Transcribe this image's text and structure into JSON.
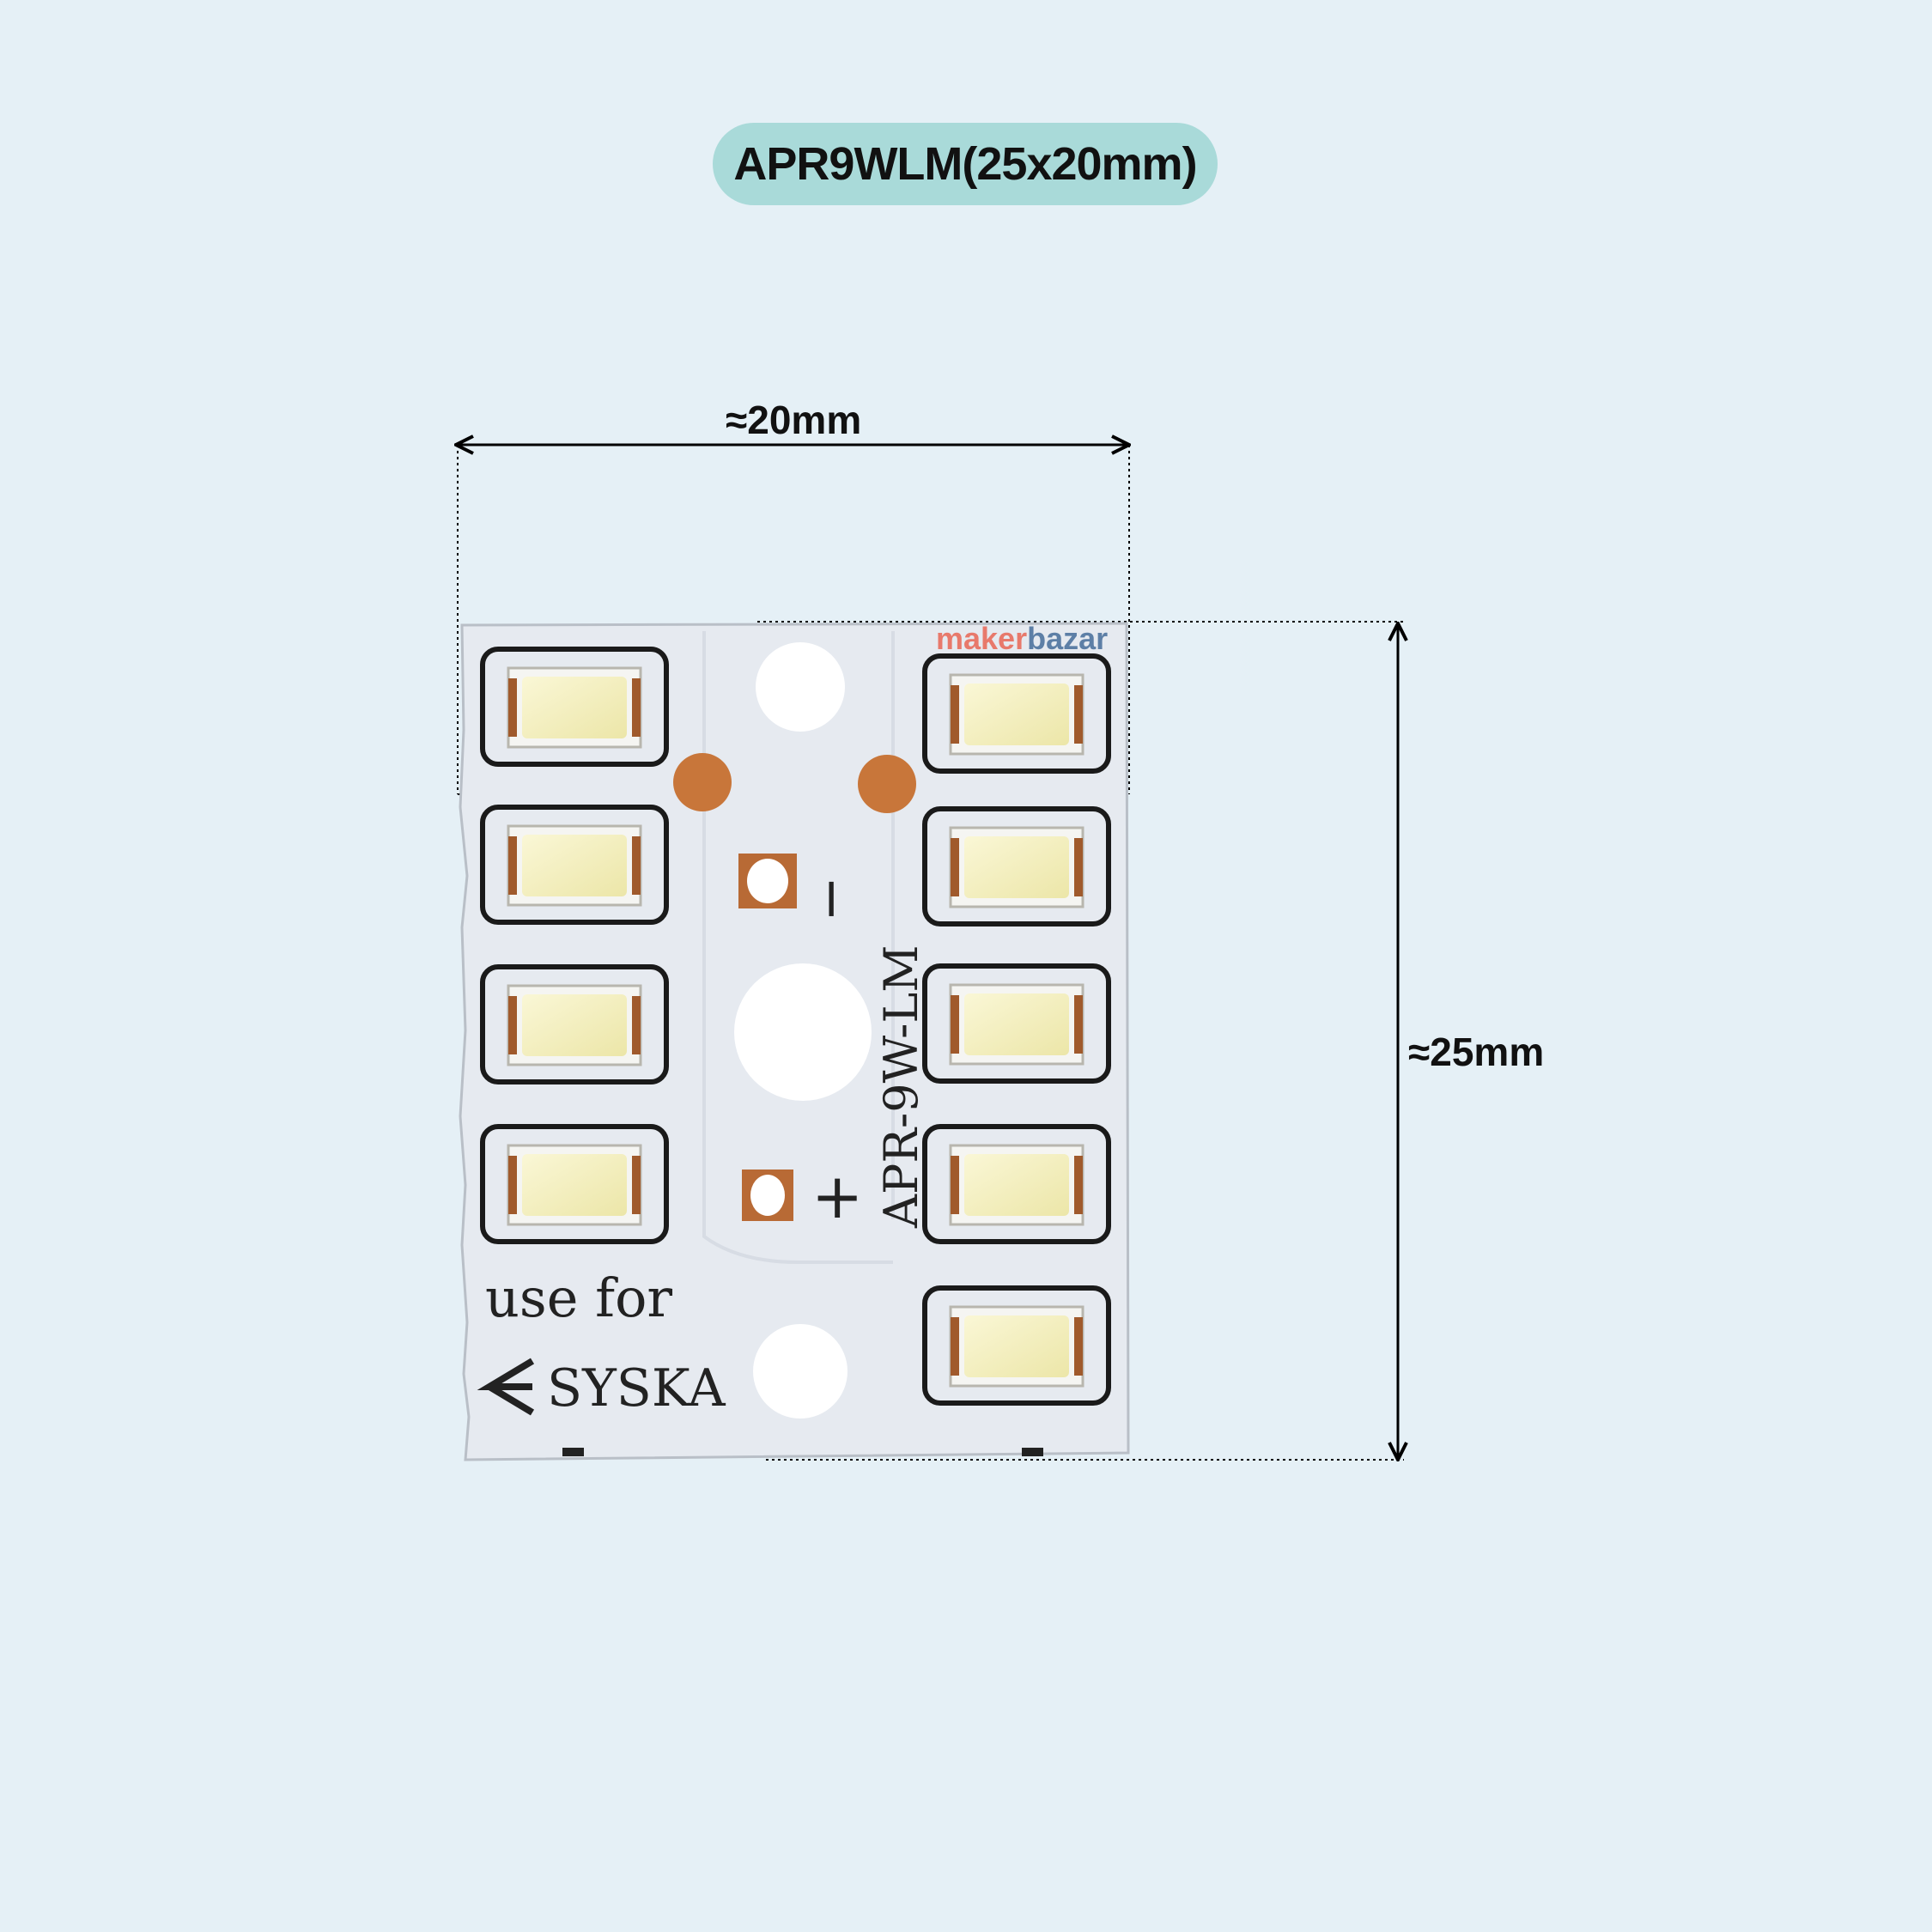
{
  "title": "APR9WLM(25x20mm)",
  "dimensions": {
    "width_label": "≈20mm",
    "height_label": "≈25mm"
  },
  "board": {
    "model_text": "APR-9W-LM",
    "minus_label": "−",
    "plus_label": "+",
    "use_for_text": "use for",
    "brand_text": "SYSKA",
    "watermark": {
      "part1": "maker",
      "part2": "bazar"
    },
    "led_count": 9
  },
  "colors": {
    "background": "#e5f0f6",
    "pill": "#a9dad9",
    "board": "#e6eaf0",
    "led": "#f3efc2",
    "copper": "#c8763a"
  }
}
